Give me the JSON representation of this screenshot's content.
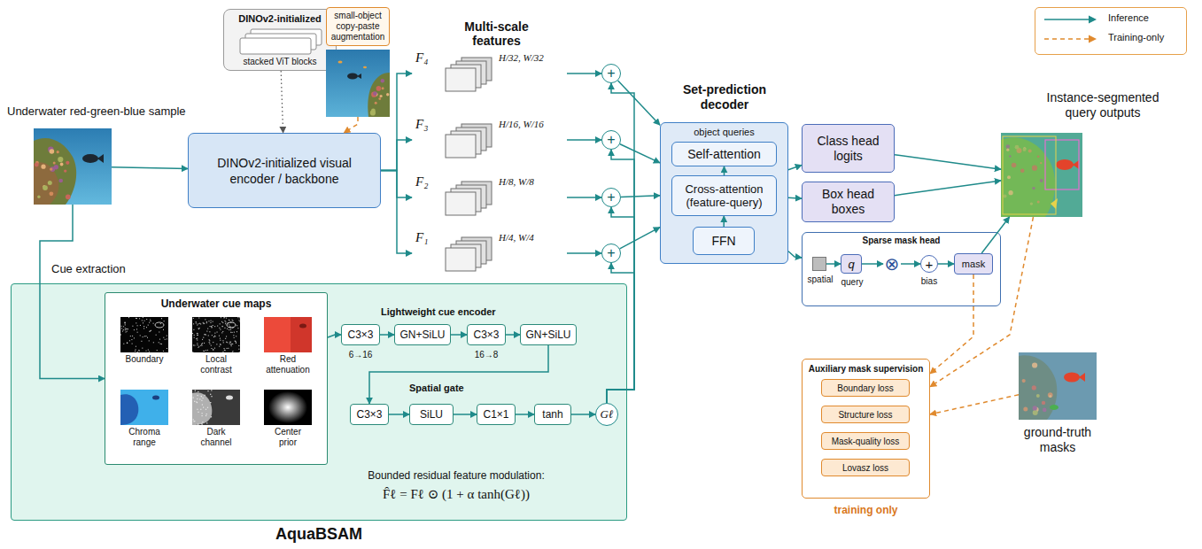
{
  "diagram": {
    "nodes": [
      {
        "text": [
          "DINOv2-initialized",
          "stacked ViT blocks"
        ]
      },
      {
        "text": [
          "small-object copy-paste augmentation"
        ]
      },
      {
        "text": [
          "Underwater red-green-blue sample"
        ]
      },
      {
        "text": [
          "DINOv2-initialized visual encoder / backbone"
        ]
      },
      {
        "text": [
          "F₄",
          "H/32, W/32"
        ]
      },
      {
        "text": [
          "F₃",
          "H/16, W/16"
        ]
      },
      {
        "text": [
          "F₂",
          "H/8, W/8"
        ]
      },
      {
        "text": [
          "F₁",
          "H/4, W/4"
        ]
      },
      {
        "text": [
          "+"
        ]
      },
      {
        "text": [
          "+"
        ]
      },
      {
        "text": [
          "+"
        ]
      },
      {
        "text": [
          "+"
        ]
      },
      {
        "text": [
          "Set-prediction decoder",
          "object queries"
        ]
      },
      {
        "text": [
          "Self-attention"
        ],
        "in": 12
      },
      {
        "text": [
          "Cross-attention (feature-query)"
        ],
        "in": 12
      },
      {
        "text": [
          "FFN"
        ],
        "in": 12
      },
      {
        "text": [
          "Class head logits"
        ]
      },
      {
        "text": [
          "Box head boxes"
        ]
      },
      {
        "text": [
          "Sparse mask head"
        ]
      },
      {
        "text": [
          "spatial"
        ],
        "in": 18
      },
      {
        "text": [
          "q",
          "query"
        ],
        "in": 18
      },
      {
        "text": [
          "⊗"
        ],
        "in": 18
      },
      {
        "text": [
          "+",
          "bias"
        ],
        "in": 18
      },
      {
        "text": [
          "mask"
        ],
        "in": 18
      },
      {
        "text": [
          "Instance-segmented query outputs"
        ]
      },
      {
        "text": [
          "Auxiliary mask supervision",
          "training only"
        ]
      },
      {
        "text": [
          "Boundary loss"
        ],
        "in": 25
      },
      {
        "text": [
          "Structure loss"
        ],
        "in": 25
      },
      {
        "text": [
          "Mask-quality loss"
        ],
        "in": 25
      },
      {
        "text": [
          "Lovasz loss"
        ],
        "in": 25
      },
      {
        "text": [
          "ground-truth masks"
        ]
      },
      {
        "text": [
          "AquaBSAM"
        ]
      },
      {
        "text": [
          "Underwater cue maps"
        ],
        "in": 31
      },
      {
        "text": [
          "Boundary"
        ],
        "in": 32
      },
      {
        "text": [
          "Local contrast"
        ],
        "in": 32
      },
      {
        "text": [
          "Red attenuation"
        ],
        "in": 32
      },
      {
        "text": [
          "Chroma range"
        ],
        "in": 32
      },
      {
        "text": [
          "Dark channel"
        ],
        "in": 32
      },
      {
        "text": [
          "Center prior"
        ],
        "in": 32
      },
      {
        "text": [
          "C3×3",
          "6→16"
        ],
        "in": 31
      },
      {
        "text": [
          "GN+SiLU"
        ],
        "in": 31
      },
      {
        "text": [
          "C3×3",
          "16→8"
        ],
        "in": 31
      },
      {
        "text": [
          "GN+SiLU"
        ],
        "in": 31
      },
      {
        "text": [
          "C3×3"
        ],
        "in": 31
      },
      {
        "text": [
          "SiLU"
        ],
        "in": 31
      },
      {
        "text": [
          "C1×1"
        ],
        "in": 31
      },
      {
        "text": [
          "tanh"
        ],
        "in": 31
      },
      {
        "text": [
          "Gℓ"
        ],
        "in": 31
      }
    ],
    "edges": [
      {
        "from": 2,
        "to": 3,
        "arrow": "to"
      },
      {
        "from": 0,
        "to": 3,
        "arrow": "to"
      },
      {
        "from": 1,
        "to": 3,
        "arrow": "to"
      },
      {
        "from": 3,
        "to": 4,
        "arrow": "to"
      },
      {
        "from": 3,
        "to": 5,
        "arrow": "to"
      },
      {
        "from": 3,
        "to": 6,
        "arrow": "to"
      },
      {
        "from": 3,
        "to": 7,
        "arrow": "to"
      },
      {
        "from": 4,
        "to": 8,
        "arrow": "to"
      },
      {
        "from": 5,
        "to": 9,
        "arrow": "to"
      },
      {
        "from": 6,
        "to": 10,
        "arrow": "to"
      },
      {
        "from": 7,
        "to": 11,
        "arrow": "to"
      },
      {
        "from": 8,
        "to": 12,
        "arrow": "to"
      },
      {
        "from": 9,
        "to": 12,
        "arrow": "to"
      },
      {
        "from": 10,
        "to": 12,
        "arrow": "to"
      },
      {
        "from": 11,
        "to": 12,
        "arrow": "to"
      },
      {
        "from": 47,
        "to": 11,
        "arrow": "to"
      },
      {
        "from": 47,
        "to": 10,
        "arrow": "to"
      },
      {
        "from": 47,
        "to": 9,
        "arrow": "to"
      },
      {
        "from": 47,
        "to": 8,
        "arrow": "to"
      },
      {
        "from": 15,
        "to": 14,
        "arrow": "to"
      },
      {
        "from": 14,
        "to": 13,
        "arrow": "to"
      },
      {
        "from": 12,
        "to": 16,
        "arrow": "to"
      },
      {
        "from": 12,
        "to": 17,
        "arrow": "to"
      },
      {
        "from": 12,
        "to": 18,
        "arrow": "to"
      },
      {
        "from": 19,
        "to": 20,
        "arrow": "to"
      },
      {
        "from": 20,
        "to": 21,
        "arrow": "to"
      },
      {
        "from": 21,
        "to": 22,
        "arrow": "to"
      },
      {
        "from": 22,
        "to": 23,
        "arrow": "to"
      },
      {
        "from": 16,
        "to": 24,
        "arrow": "to"
      },
      {
        "from": 17,
        "to": 24,
        "arrow": "to"
      },
      {
        "from": 23,
        "to": 24,
        "arrow": "to"
      },
      {
        "from": 23,
        "to": 25,
        "arrow": "to"
      },
      {
        "from": 24,
        "to": 25,
        "arrow": "to"
      },
      {
        "from": 30,
        "to": 25,
        "arrow": "to"
      },
      {
        "from": 2,
        "to": 32,
        "arrow": "to"
      },
      {
        "from": 32,
        "to": 39,
        "arrow": "to"
      },
      {
        "from": 39,
        "to": 40,
        "arrow": "to"
      },
      {
        "from": 40,
        "to": 41,
        "arrow": "to"
      },
      {
        "from": 41,
        "to": 42,
        "arrow": "to"
      },
      {
        "from": 42,
        "to": 43,
        "arrow": "to"
      },
      {
        "from": 43,
        "to": 44,
        "arrow": "to"
      },
      {
        "from": 44,
        "to": 45,
        "arrow": "to"
      },
      {
        "from": 45,
        "to": 46,
        "arrow": "to"
      },
      {
        "from": 46,
        "to": 47,
        "arrow": "to"
      }
    ],
    "labels": [
      "Multi-scale features",
      "Cue extraction",
      "Lightweight cue encoder",
      "Spatial gate",
      "Bounded residual feature modulation:",
      "F̂ℓ = Fℓ ⊙ (1 + α tanh(Gℓ))"
    ],
    "legend": [
      {
        "text": "Inference"
      },
      {
        "text": "Training-only"
      }
    ]
  }
}
